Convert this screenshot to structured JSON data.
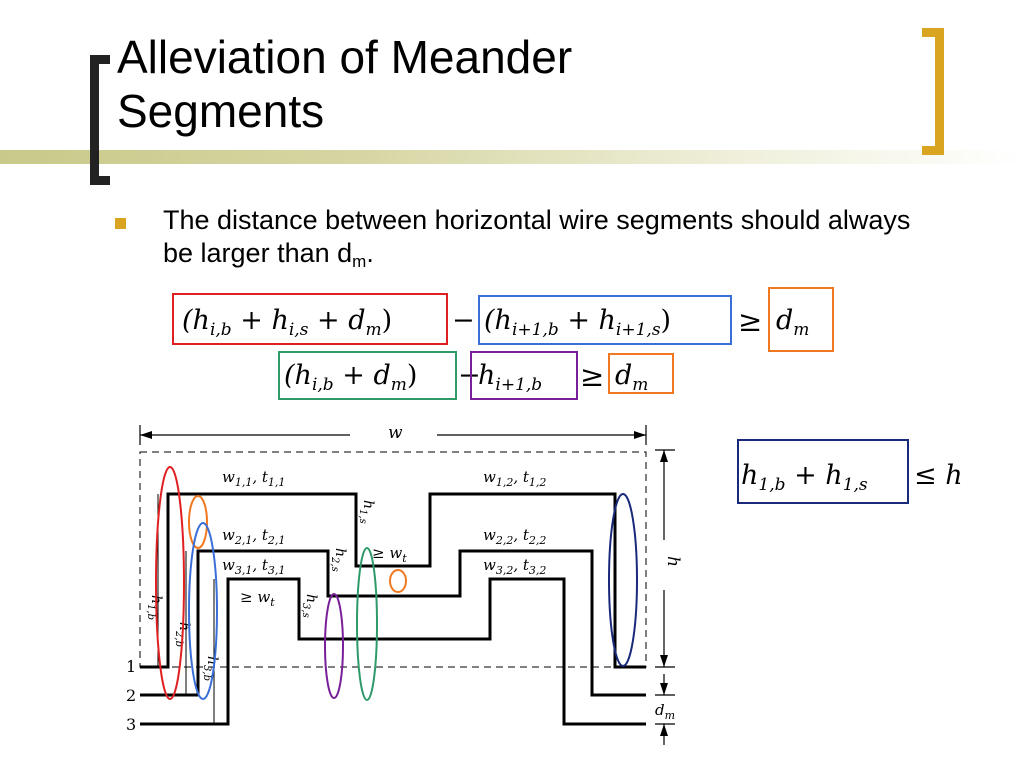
{
  "slide": {
    "title_line1": "Alleviation of Meander",
    "title_line2": "Segments",
    "bullet_text": "The distance between horizontal wire segments should always be larger than d",
    "bullet_sub": "m",
    "bullet_end": "."
  },
  "equations": {
    "eq1_red": "(h",
    "eq1_red_sub": "i,b",
    "eq1_red_mid": " + h",
    "eq1_red_sub2": "i,s",
    "eq1_red_end": " + d",
    "eq1_red_sub3": "m",
    "eq1_red_close": ")",
    "minus": "−",
    "eq1_blue": "(h",
    "eq1_blue_sub": "i+1,b",
    "eq1_blue_mid": " + h",
    "eq1_blue_sub2": "i+1,s",
    "eq1_blue_close": ")",
    "geq": "≥",
    "dm": "d",
    "dm_sub": "m",
    "eq2_green": "(h",
    "eq2_green_sub": "i,b",
    "eq2_green_mid": " + d",
    "eq2_green_sub2": "m",
    "eq2_green_close": ")",
    "eq2_purple": "h",
    "eq2_purple_sub": "i+1,b",
    "eq3": "h",
    "eq3_sub": "1,b",
    "eq3_mid": " + h",
    "eq3_sub2": "1,s",
    "eq3_rhs": "≤ h"
  },
  "diagram": {
    "w_label": "w",
    "h_label": "h",
    "dm_label": "d",
    "dm_label_sub": "m",
    "wire_numbers": [
      "1",
      "2",
      "3"
    ],
    "seg_labels": [
      {
        "w": "w",
        "ws": "1,1",
        "t": "t",
        "ts": "1,1"
      },
      {
        "w": "w",
        "ws": "1,2",
        "t": "t",
        "ts": "1,2"
      },
      {
        "w": "w",
        "ws": "2,1",
        "t": "t",
        "ts": "2,1"
      },
      {
        "w": "w",
        "ws": "2,2",
        "t": "t",
        "ts": "2,2"
      },
      {
        "w": "w",
        "ws": "3,1",
        "t": "t",
        "ts": "3,1"
      },
      {
        "w": "w",
        "ws": "3,2",
        "t": "t",
        "ts": "3,2"
      }
    ],
    "geq_wt": "≥ w",
    "geq_wt_sub": "t",
    "h1s": "h",
    "h1s_sub": "1,s",
    "h2s": "h",
    "h2s_sub": "2,s",
    "h3s": "h",
    "h3s_sub": "3,s",
    "h1b": "h",
    "h1b_sub": "1,b",
    "h2b": "h",
    "h2b_sub": "2,b",
    "h3b": "h",
    "h3b_sub": "3,b"
  },
  "colors": {
    "red": "#e02020",
    "blue": "#3a6fd8",
    "orange": "#f07820",
    "green": "#2e9a6a",
    "purple": "#7a1f9a",
    "navy": "#1a2a7a",
    "gold": "#d9a520"
  }
}
